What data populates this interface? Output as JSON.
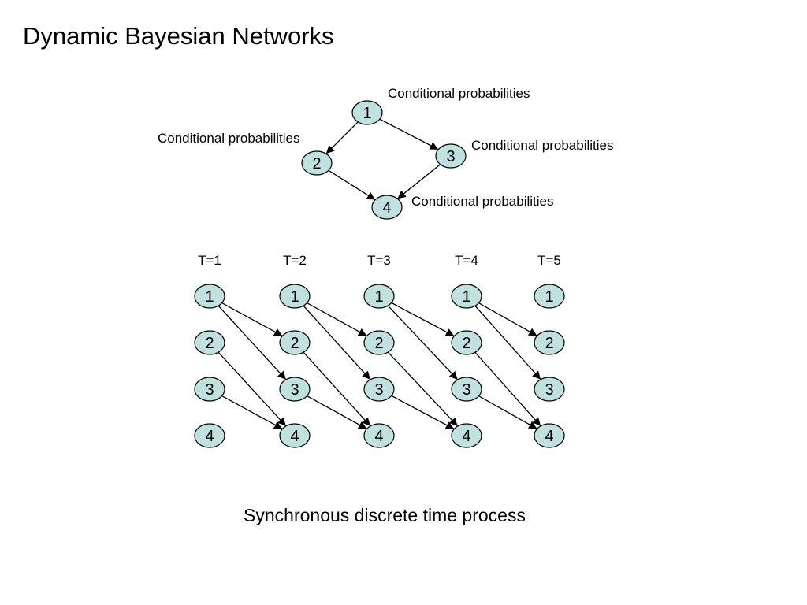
{
  "title": "Dynamic Bayesian Networks",
  "caption": "Synchronous discrete time process",
  "colors": {
    "node_fill": "#c1e0e0",
    "edge": "#000000"
  },
  "static_network": {
    "nodes": [
      "1",
      "2",
      "3",
      "4"
    ],
    "edges": [
      [
        "1",
        "2"
      ],
      [
        "1",
        "3"
      ],
      [
        "2",
        "4"
      ],
      [
        "3",
        "4"
      ]
    ],
    "annotations": [
      "Conditional probabilities",
      "Conditional probabilities",
      "Conditional probabilities",
      "Conditional probabilities"
    ]
  },
  "unrolled_network": {
    "time_labels": [
      "T=1",
      "T=2",
      "T=3",
      "T=4",
      "T=5"
    ],
    "node_labels": [
      "1",
      "2",
      "3",
      "4"
    ],
    "edges": [
      [
        "1",
        "2"
      ],
      [
        "1",
        "3"
      ],
      [
        "2",
        "4"
      ],
      [
        "3",
        "4"
      ]
    ]
  }
}
